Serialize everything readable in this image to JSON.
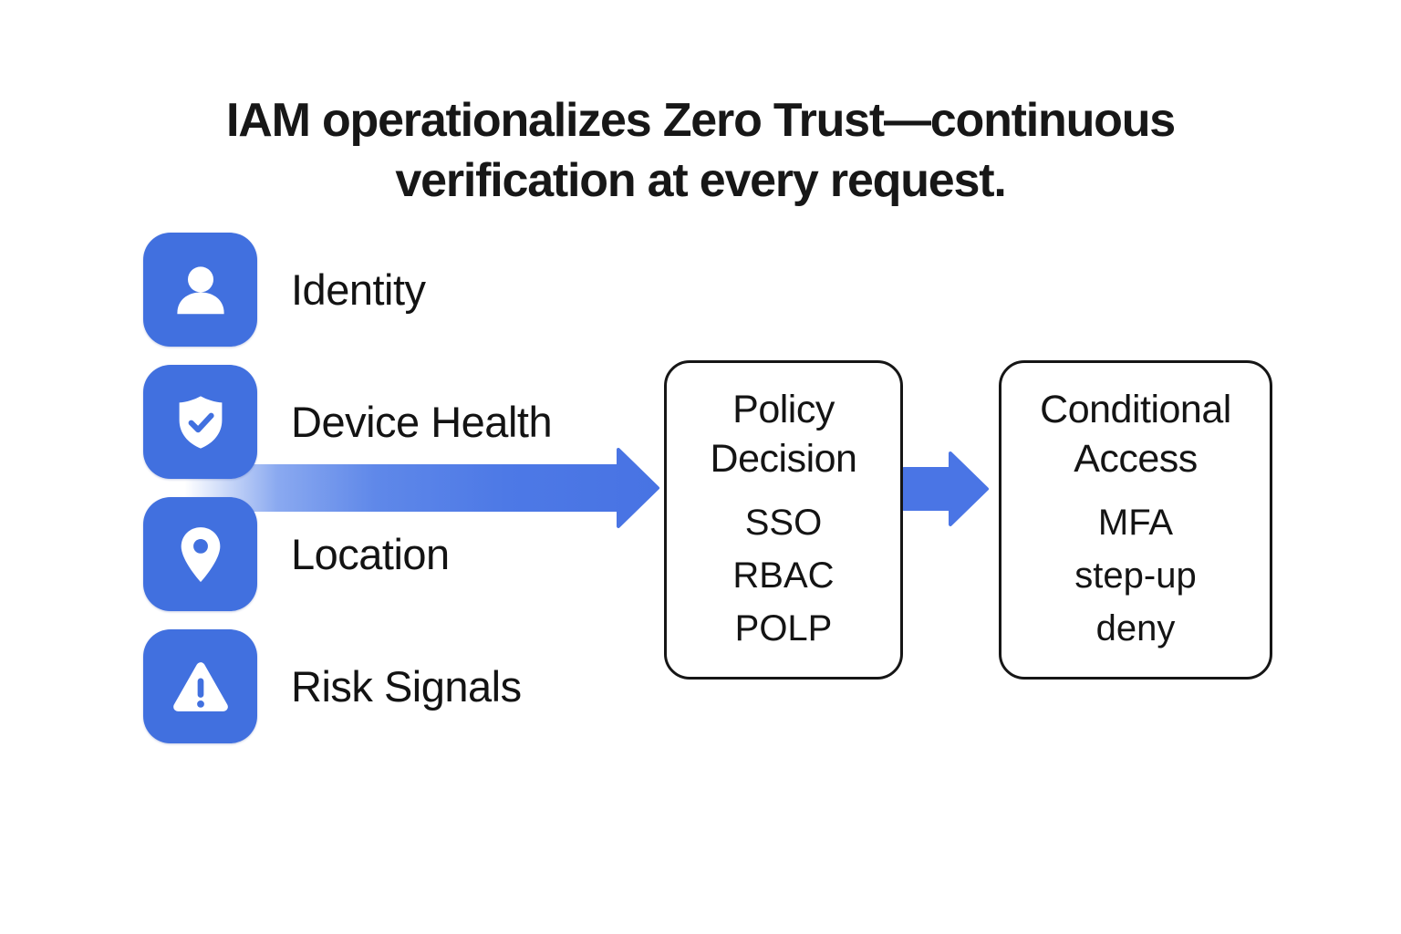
{
  "title": {
    "line1": "IAM operationalizes Zero Trust—continuous",
    "line2": "verification at every request."
  },
  "signals": {
    "items": [
      {
        "label": "Identity",
        "icon": "person-icon"
      },
      {
        "label": "Device Health",
        "icon": "shield-check-icon"
      },
      {
        "label": "Location",
        "icon": "location-pin-icon"
      },
      {
        "label": "Risk Signals",
        "icon": "warning-triangle-icon"
      }
    ]
  },
  "flow": {
    "main_arrow": {
      "icon": "right-arrow-gradient"
    },
    "policy_box": {
      "title": "Policy Decision",
      "items": [
        "SSO",
        "RBAC",
        "POLP"
      ]
    },
    "connector_arrow": {
      "icon": "right-arrow-solid"
    },
    "conditional_box": {
      "title": "Conditional Access",
      "items": [
        "MFA",
        "step-up",
        "deny"
      ]
    }
  },
  "colors": {
    "icon_tile_blue": "#4170df",
    "arrow_blue": "#4a75e5",
    "text": "#141414",
    "box_border": "#161616",
    "background": "#ffffff"
  }
}
